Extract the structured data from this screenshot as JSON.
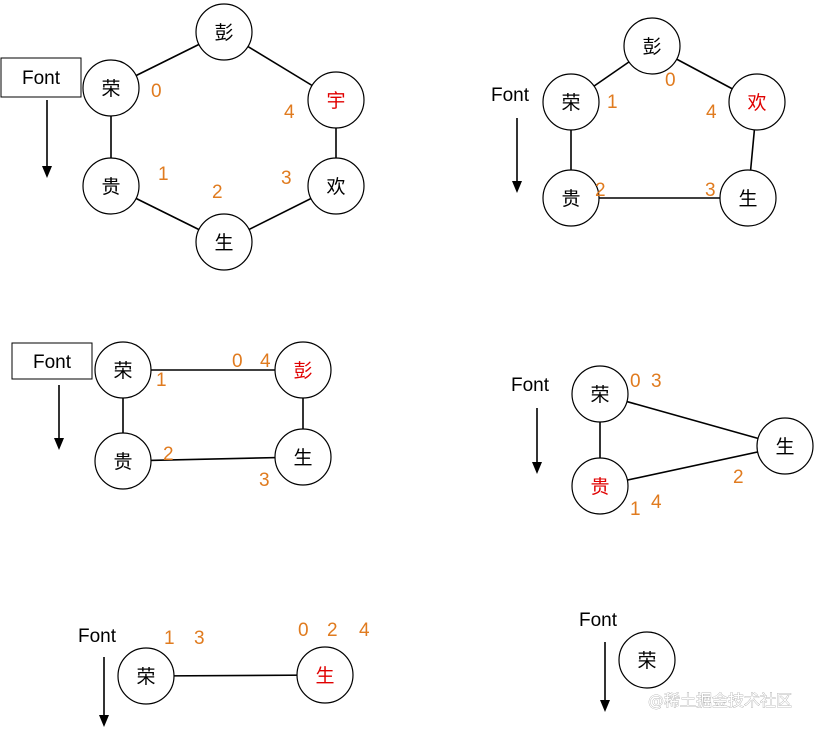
{
  "colors": {
    "number": "#e07b1f",
    "node_text": "#000000",
    "highlight": "#e00000",
    "stroke": "#000000"
  },
  "watermark": "@稀土掘金技术社区",
  "panels": [
    {
      "id": "p1",
      "font_label": "Font",
      "font_boxed": true,
      "nodes": [
        {
          "id": "peng",
          "label": "彭",
          "highlight": false
        },
        {
          "id": "rong",
          "label": "荣",
          "highlight": false
        },
        {
          "id": "yu",
          "label": "宇",
          "highlight": true
        },
        {
          "id": "gui",
          "label": "贵",
          "highlight": false
        },
        {
          "id": "huan",
          "label": "欢",
          "highlight": false
        },
        {
          "id": "sheng",
          "label": "生",
          "highlight": false
        }
      ],
      "edges": [
        [
          "rong",
          "peng"
        ],
        [
          "peng",
          "yu"
        ],
        [
          "yu",
          "huan"
        ],
        [
          "huan",
          "sheng"
        ],
        [
          "sheng",
          "gui"
        ],
        [
          "gui",
          "rong"
        ]
      ],
      "numbers": [
        "0",
        "4",
        "1",
        "3",
        "2"
      ]
    },
    {
      "id": "p2",
      "font_label": "Font",
      "font_boxed": false,
      "nodes": [
        {
          "id": "peng",
          "label": "彭",
          "highlight": false
        },
        {
          "id": "rong",
          "label": "荣",
          "highlight": false
        },
        {
          "id": "huan",
          "label": "欢",
          "highlight": true
        },
        {
          "id": "gui",
          "label": "贵",
          "highlight": false
        },
        {
          "id": "sheng",
          "label": "生",
          "highlight": false
        }
      ],
      "edges": [
        [
          "rong",
          "peng"
        ],
        [
          "peng",
          "huan"
        ],
        [
          "huan",
          "sheng"
        ],
        [
          "sheng",
          "gui"
        ],
        [
          "gui",
          "rong"
        ]
      ],
      "numbers": [
        "0",
        "1",
        "4",
        "2",
        "3"
      ]
    },
    {
      "id": "p3",
      "font_label": "Font",
      "font_boxed": true,
      "nodes": [
        {
          "id": "rong",
          "label": "荣",
          "highlight": false
        },
        {
          "id": "peng",
          "label": "彭",
          "highlight": true
        },
        {
          "id": "gui",
          "label": "贵",
          "highlight": false
        },
        {
          "id": "sheng",
          "label": "生",
          "highlight": false
        }
      ],
      "edges": [
        [
          "rong",
          "peng"
        ],
        [
          "peng",
          "sheng"
        ],
        [
          "sheng",
          "gui"
        ],
        [
          "gui",
          "rong"
        ]
      ],
      "numbers": [
        "1",
        "0",
        "4",
        "2",
        "3"
      ]
    },
    {
      "id": "p4",
      "font_label": "Font",
      "font_boxed": false,
      "nodes": [
        {
          "id": "rong",
          "label": "荣",
          "highlight": false
        },
        {
          "id": "gui",
          "label": "贵",
          "highlight": true
        },
        {
          "id": "sheng",
          "label": "生",
          "highlight": false
        }
      ],
      "edges": [
        [
          "rong",
          "sheng"
        ],
        [
          "sheng",
          "gui"
        ],
        [
          "gui",
          "rong"
        ]
      ],
      "numbers": [
        "0",
        "3",
        "2",
        "1",
        "4"
      ]
    },
    {
      "id": "p5",
      "font_label": "Font",
      "font_boxed": false,
      "nodes": [
        {
          "id": "rong",
          "label": "荣",
          "highlight": false
        },
        {
          "id": "sheng",
          "label": "生",
          "highlight": true
        }
      ],
      "edges": [
        [
          "rong",
          "sheng"
        ]
      ],
      "numbers": [
        "1",
        "3",
        "0",
        "2",
        "4"
      ]
    },
    {
      "id": "p6",
      "font_label": "Font",
      "font_boxed": false,
      "nodes": [
        {
          "id": "rong",
          "label": "荣",
          "highlight": false
        }
      ],
      "edges": [],
      "numbers": []
    }
  ]
}
